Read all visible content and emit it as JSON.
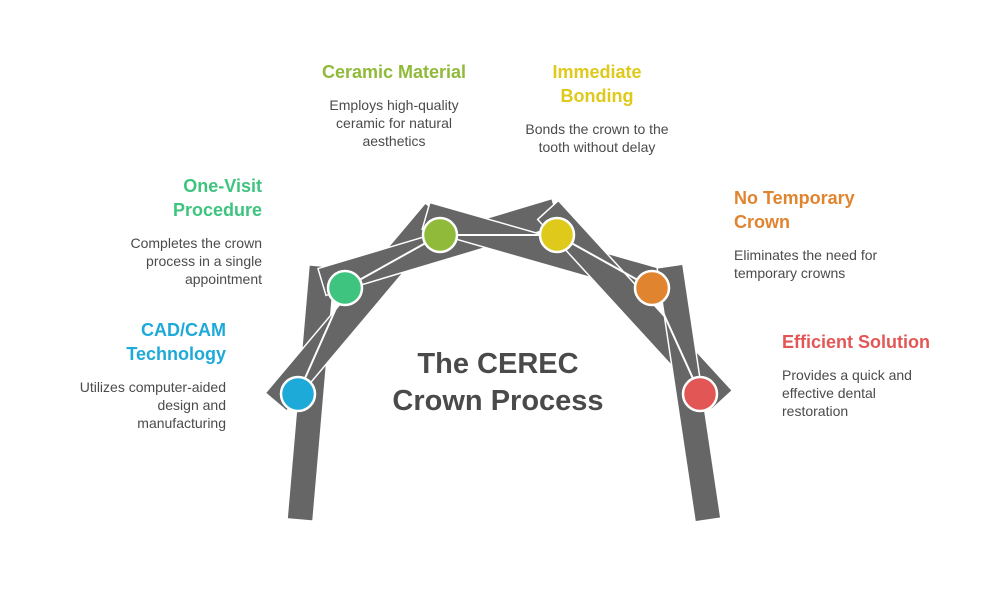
{
  "center_title": {
    "line1": "The CEREC",
    "line2": "Crown Process"
  },
  "colors": {
    "bar": "#666666",
    "connector": "#ffffff",
    "text_body": "#4b4b4b",
    "title": "#4a4a4a"
  },
  "steps": [
    {
      "id": "cadcam",
      "title_line1": "CAD/CAM",
      "title_line2": "Technology",
      "desc_lines": [
        "Utilizes computer-aided",
        "design and",
        "manufacturing"
      ],
      "color": "#1eaad9"
    },
    {
      "id": "one-visit",
      "title_line1": "One-Visit",
      "title_line2": "Procedure",
      "desc_lines": [
        "Completes the crown",
        "process in a single",
        "appointment"
      ],
      "color": "#3ec47f"
    },
    {
      "id": "ceramic",
      "title_line1": "Ceramic Material",
      "title_line2": "",
      "desc_lines": [
        "Employs high-quality",
        "ceramic for natural",
        "aesthetics"
      ],
      "color": "#8fba3a"
    },
    {
      "id": "bonding",
      "title_line1": "Immediate",
      "title_line2": "Bonding",
      "desc_lines": [
        "Bonds the crown to the",
        "tooth without delay"
      ],
      "color": "#dfc91a"
    },
    {
      "id": "no-temp",
      "title_line1": "No Temporary",
      "title_line2": "Crown",
      "desc_lines": [
        "Eliminates the need for",
        "temporary crowns"
      ],
      "color": "#e08430"
    },
    {
      "id": "efficient",
      "title_line1": "Efficient Solution",
      "title_line2": "",
      "desc_lines": [
        "Provides a quick and",
        "effective dental",
        "restoration"
      ],
      "color": "#e35656"
    }
  ]
}
